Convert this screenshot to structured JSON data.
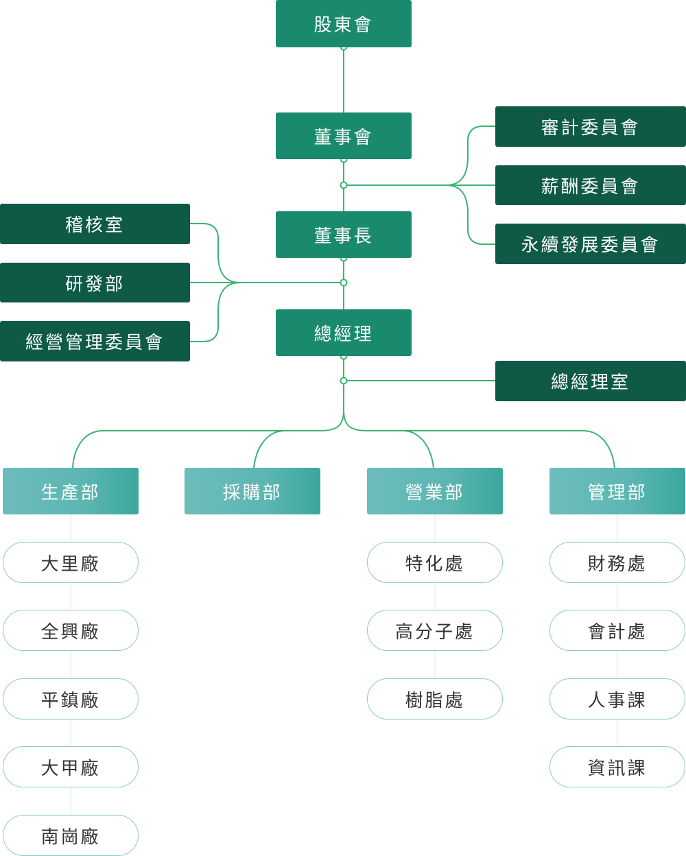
{
  "top_chain": {
    "shareholders": "股東會",
    "board": "董事會",
    "chairman": "董事長",
    "general_manager": "總經理"
  },
  "board_committees": [
    "審計委員會",
    "薪酬委員會",
    "永續發展委員會"
  ],
  "chairman_units": [
    "稽核室",
    "研發部",
    "經營管理委員會"
  ],
  "gm_office": "總經理室",
  "departments": [
    {
      "name": "生產部",
      "units": [
        "大里廠",
        "全興廠",
        "平鎮廠",
        "大甲廠",
        "南崗廠"
      ]
    },
    {
      "name": "採購部",
      "units": []
    },
    {
      "name": "營業部",
      "units": [
        "特化處",
        "高分子處",
        "樹脂處"
      ]
    },
    {
      "name": "管理部",
      "units": [
        "財務處",
        "會計處",
        "人事課",
        "資訊課"
      ]
    }
  ],
  "colors": {
    "main_box": "#1a8a6e",
    "side_box": "#0e5a46",
    "dept_box": "#5cb6b1",
    "unit_border": "#8fc9c4",
    "connector": "#3cb371"
  }
}
